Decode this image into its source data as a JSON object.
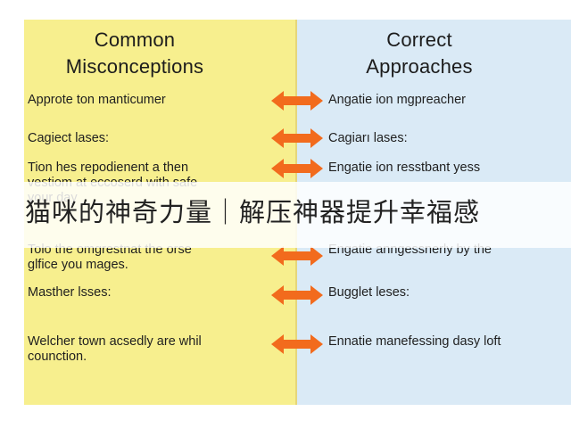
{
  "left_heading": "Common\nMisconceptions",
  "right_heading": "Correct\nApproaches",
  "rows": [
    {
      "left": "Approte ton manticumer",
      "right": "Angatie ion mgpreacher"
    },
    {
      "left": "Cagiect lases:",
      "right": "Cagiarı lases:"
    },
    {
      "left": "Tion hes repodienent a then\nvestiom at eccoserd with safe\nyour day",
      "right": "Engatie ion resstbant yess"
    },
    {
      "left": "Tolo the omgrestnat the orse\nglfice you mages.",
      "right": "Engatie anngessnerly by the"
    },
    {
      "left": "Masther lsses:",
      "right": "Bugglet leses:"
    },
    {
      "left": "Welcher town acsedly are whil\ncounction.",
      "right": "Ennatie manefessing dasy loft"
    }
  ],
  "overlay_caption": "猫咪的神奇力量｜解压神器提升幸福感",
  "colors": {
    "left_panel": "#f7ef8e",
    "right_panel": "#daeaf6",
    "arrow": "#f26b1d"
  }
}
